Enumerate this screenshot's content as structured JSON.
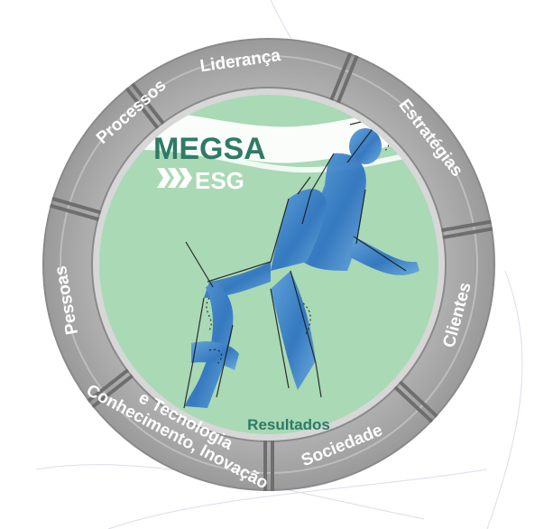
{
  "model": {
    "brand": "MEGSA",
    "brand_sub": "ESG",
    "center_label": "Resultados",
    "segments": [
      {
        "label": "Liderança"
      },
      {
        "label": "Estratégias"
      },
      {
        "label": "Clientes"
      },
      {
        "label": "Sociedade"
      },
      {
        "label": "Conhecimento, Inovação",
        "label2": "e Tecnologia"
      },
      {
        "label": "Pessoas"
      },
      {
        "label": "Processos"
      }
    ]
  },
  "colors": {
    "ring": "#a5a5a5",
    "ring_edge": "#8c8c8c",
    "divider": "#6e6e6e",
    "center": "#a9d9b5",
    "wave": "#ffffff",
    "brand_text": "#2f7a67",
    "figure": "#3d82c6",
    "figure_dark": "#1f5fa6",
    "result_text": "#2f7a67"
  }
}
